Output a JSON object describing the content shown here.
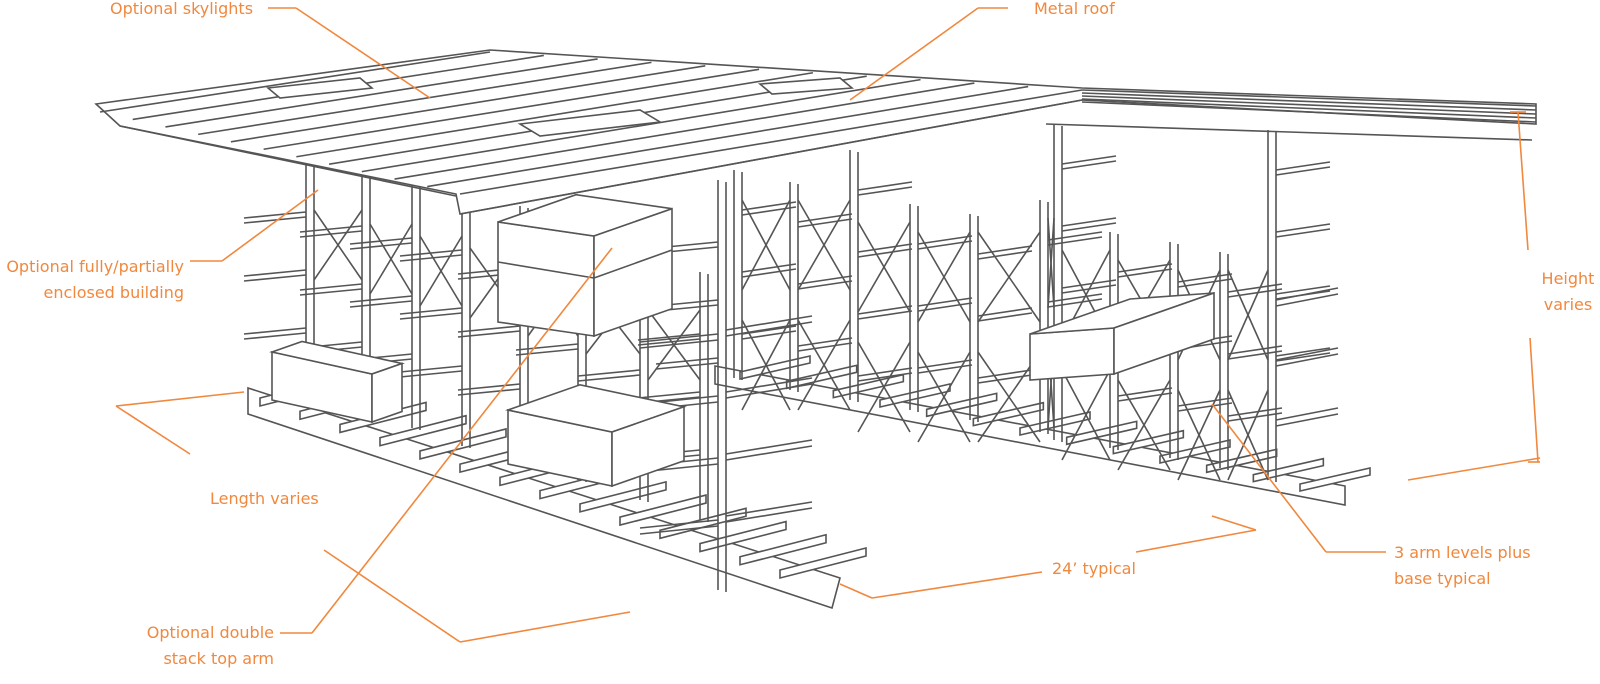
{
  "accent_color": "#f0883e",
  "line_color": "#555555",
  "callouts": {
    "skylights": "Optional skylights",
    "metal_roof": "Metal roof",
    "building_line1": "Optional fully/partially",
    "building_line2": "enclosed building",
    "height_line1": "Height",
    "height_line2": "varies",
    "length": "Length varies",
    "width": "24’ typical",
    "arms_line1": "3 arm levels plus",
    "arms_line2": "base typical",
    "double_stack_line1": "Optional double",
    "double_stack_line2": "stack top arm"
  }
}
